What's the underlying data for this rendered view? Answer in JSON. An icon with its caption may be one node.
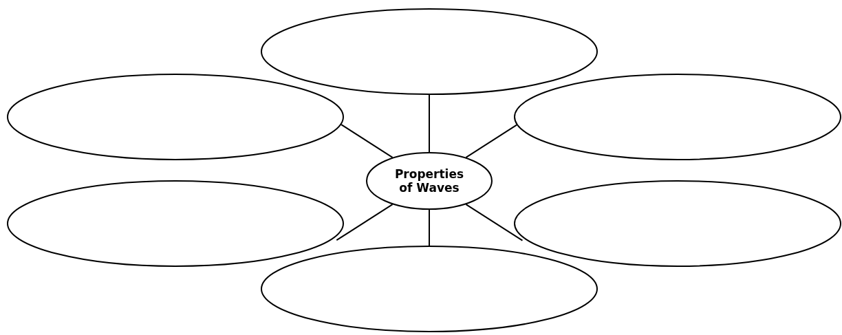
{
  "diagram": {
    "nodes": [
      {
        "text": [],
        "shape": "ellipse"
      },
      {
        "text": [],
        "shape": "ellipse"
      },
      {
        "text": [],
        "shape": "ellipse"
      },
      {
        "text": [
          "Properties of Waves"
        ]
      },
      {
        "text": [],
        "shape": "ellipse"
      },
      {
        "text": [],
        "shape": "ellipse"
      },
      {
        "text": [],
        "shape": "ellipse"
      }
    ],
    "edges": [
      {
        "from": 3,
        "to": 0,
        "arrow": "none"
      },
      {
        "from": 3,
        "to": 1,
        "arrow": "none"
      },
      {
        "from": 3,
        "to": 2,
        "arrow": "none"
      },
      {
        "from": 3,
        "to": 4,
        "arrow": "none"
      },
      {
        "from": 3,
        "to": 5,
        "arrow": "none"
      },
      {
        "from": 3,
        "to": 6,
        "arrow": "none"
      }
    ]
  }
}
